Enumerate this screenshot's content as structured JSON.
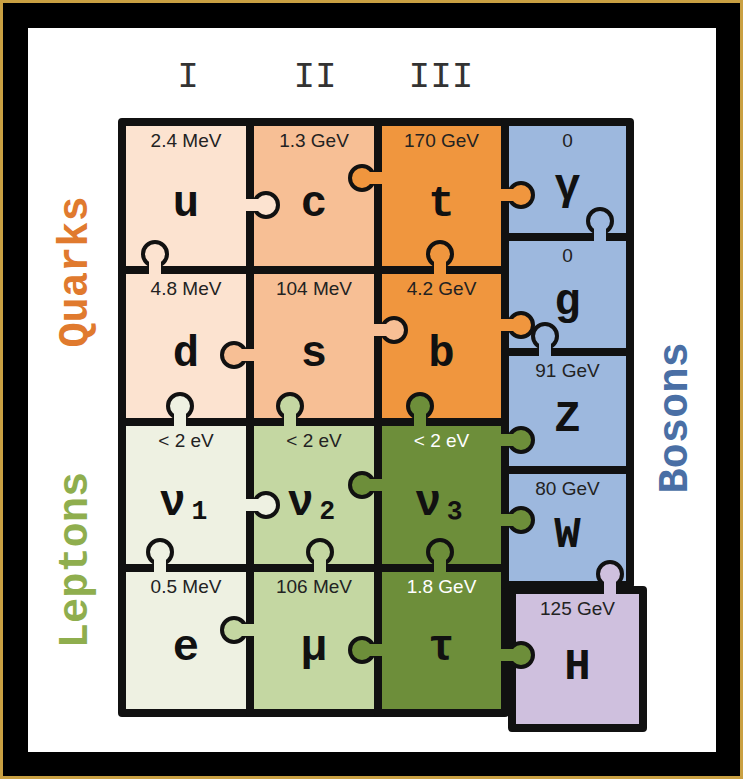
{
  "diagram": {
    "nodes": [
      {
        "text": [
          "2.4 MeV",
          "u"
        ]
      },
      {
        "text": [
          "1.3 GeV",
          "c"
        ]
      },
      {
        "text": [
          "170 GeV",
          "t"
        ]
      },
      {
        "text": [
          "0",
          "γ"
        ]
      },
      {
        "text": [
          "4.8 MeV",
          "d"
        ]
      },
      {
        "text": [
          "104 MeV",
          "s"
        ]
      },
      {
        "text": [
          "4.2 GeV",
          "b"
        ]
      },
      {
        "text": [
          "0",
          "g"
        ]
      },
      {
        "text": [
          "< 2 eV",
          "ν₁"
        ]
      },
      {
        "text": [
          "< 2 eV",
          "ν₂"
        ]
      },
      {
        "text": [
          "< 2 eV",
          "ν₃"
        ]
      },
      {
        "text": [
          "91 GeV",
          "Z"
        ]
      },
      {
        "text": [
          "0.5 MeV",
          "e"
        ]
      },
      {
        "text": [
          "106 MeV",
          "μ"
        ]
      },
      {
        "text": [
          "1.8 GeV",
          "τ"
        ]
      },
      {
        "text": [
          "80 GeV",
          "W"
        ]
      },
      {
        "text": [
          "125 GeV",
          "H"
        ]
      }
    ],
    "labels": [
      "I",
      "II",
      "III",
      "Quarks",
      "Leptons",
      "Bosons"
    ]
  }
}
